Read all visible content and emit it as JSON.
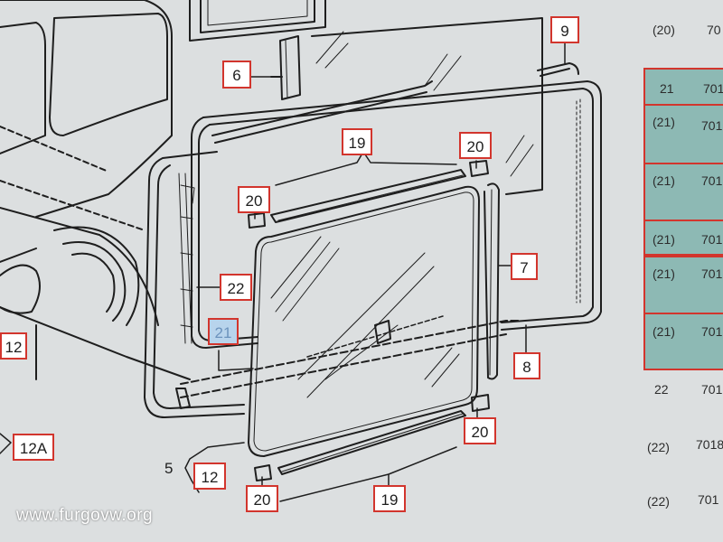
{
  "callouts": {
    "c6": "6",
    "c9": "9",
    "c19a": "19",
    "c20a": "20",
    "c20b": "20",
    "c22": "22",
    "c21": "21",
    "c7": "7",
    "c8": "8",
    "c12": "12",
    "c12a": "12A",
    "c5": "5",
    "c12b": "12",
    "c20c": "20",
    "c20d": "20",
    "c19b": "19"
  },
  "watermark": "www.furgovw.org",
  "parts_table": {
    "rows": [
      {
        "ref": "(20)",
        "code": "70"
      },
      {
        "ref": "21",
        "code": "701"
      },
      {
        "ref": "(21)",
        "code": "701"
      },
      {
        "ref": "(21)",
        "code": "701"
      },
      {
        "ref": "(21)",
        "code": "701"
      },
      {
        "ref": "(21)",
        "code": "701"
      },
      {
        "ref": "(21)",
        "code": "701"
      },
      {
        "ref": "22",
        "code": "701"
      },
      {
        "ref": "(22)",
        "code": "7018"
      },
      {
        "ref": "(22)",
        "code": "701"
      }
    ]
  },
  "colors": {
    "line": "#1e1e1e",
    "callout_border": "#d2352d",
    "highlight": "#b8d4ec",
    "table_fill": "#8db9b4",
    "background": "#dcdfe0"
  }
}
